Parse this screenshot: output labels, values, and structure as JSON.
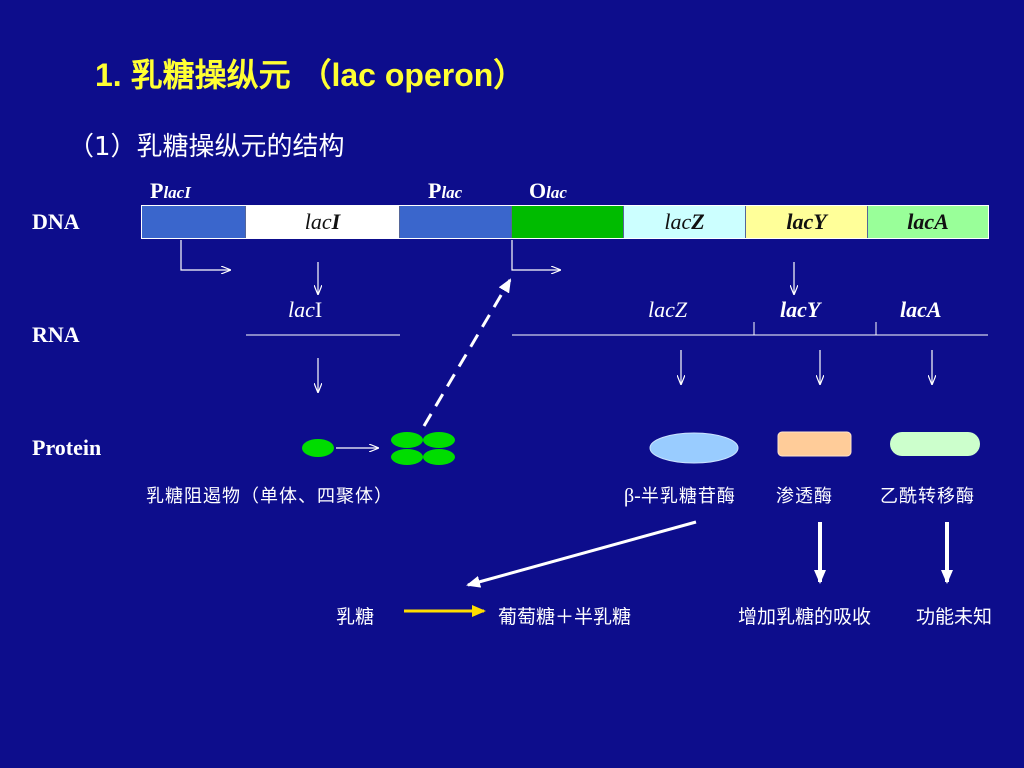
{
  "title": "1. 乳糖操纵元 （lac operon）",
  "subtitle": "（1）乳糖操纵元的结构",
  "row_labels": {
    "dna": "DNA",
    "rna": "RNA",
    "protein": "Protein"
  },
  "dna_elements": {
    "p_laci": {
      "cap": "P",
      "sub": "lacI"
    },
    "p_lac": {
      "cap": "P",
      "sub": "lac"
    },
    "o_lac": {
      "cap": "O",
      "sub": "lac"
    }
  },
  "genes": {
    "laci": {
      "prefix": "lac",
      "suffix": "I"
    },
    "lacz": {
      "prefix": "lac",
      "suffix": "Z"
    },
    "lacy": {
      "label": "lacY"
    },
    "laca": {
      "label": "lacA"
    }
  },
  "rna": {
    "laci": {
      "prefix": "lac",
      "suffix": "I"
    },
    "lacz": {
      "prefix": "lac",
      "suffix": "Z"
    },
    "lacy": {
      "label": "lacY"
    },
    "laca": {
      "label": "lacA"
    }
  },
  "proteins": {
    "repressor": "乳糖阻遏物（单体、四聚体）",
    "beta_gal_symbol": "β-",
    "beta_gal": "半乳糖苷酶",
    "permease": "渗透酶",
    "transacetylase": "乙酰转移酶"
  },
  "bottom": {
    "lactose": "乳糖",
    "products": "葡萄糖＋半乳糖",
    "uptake": "增加乳糖的吸收",
    "unknown": "功能未知"
  },
  "colors": {
    "background": "#0d0d8c",
    "title": "#ffff33",
    "promoter": "#3a66cc",
    "operator": "#00bb00",
    "laci_gene": "#ffffff",
    "lacz_gene": "#ccffff",
    "lacy_gene": "#ffff99",
    "laca_gene": "#99ff99",
    "repressor_protein": "#00dd00",
    "beta_gal_protein": "#99ccff",
    "permease_protein": "#ffcc99",
    "transacetylase_protein": "#ccffcc",
    "lactose_arrow": "#ffdd00"
  }
}
